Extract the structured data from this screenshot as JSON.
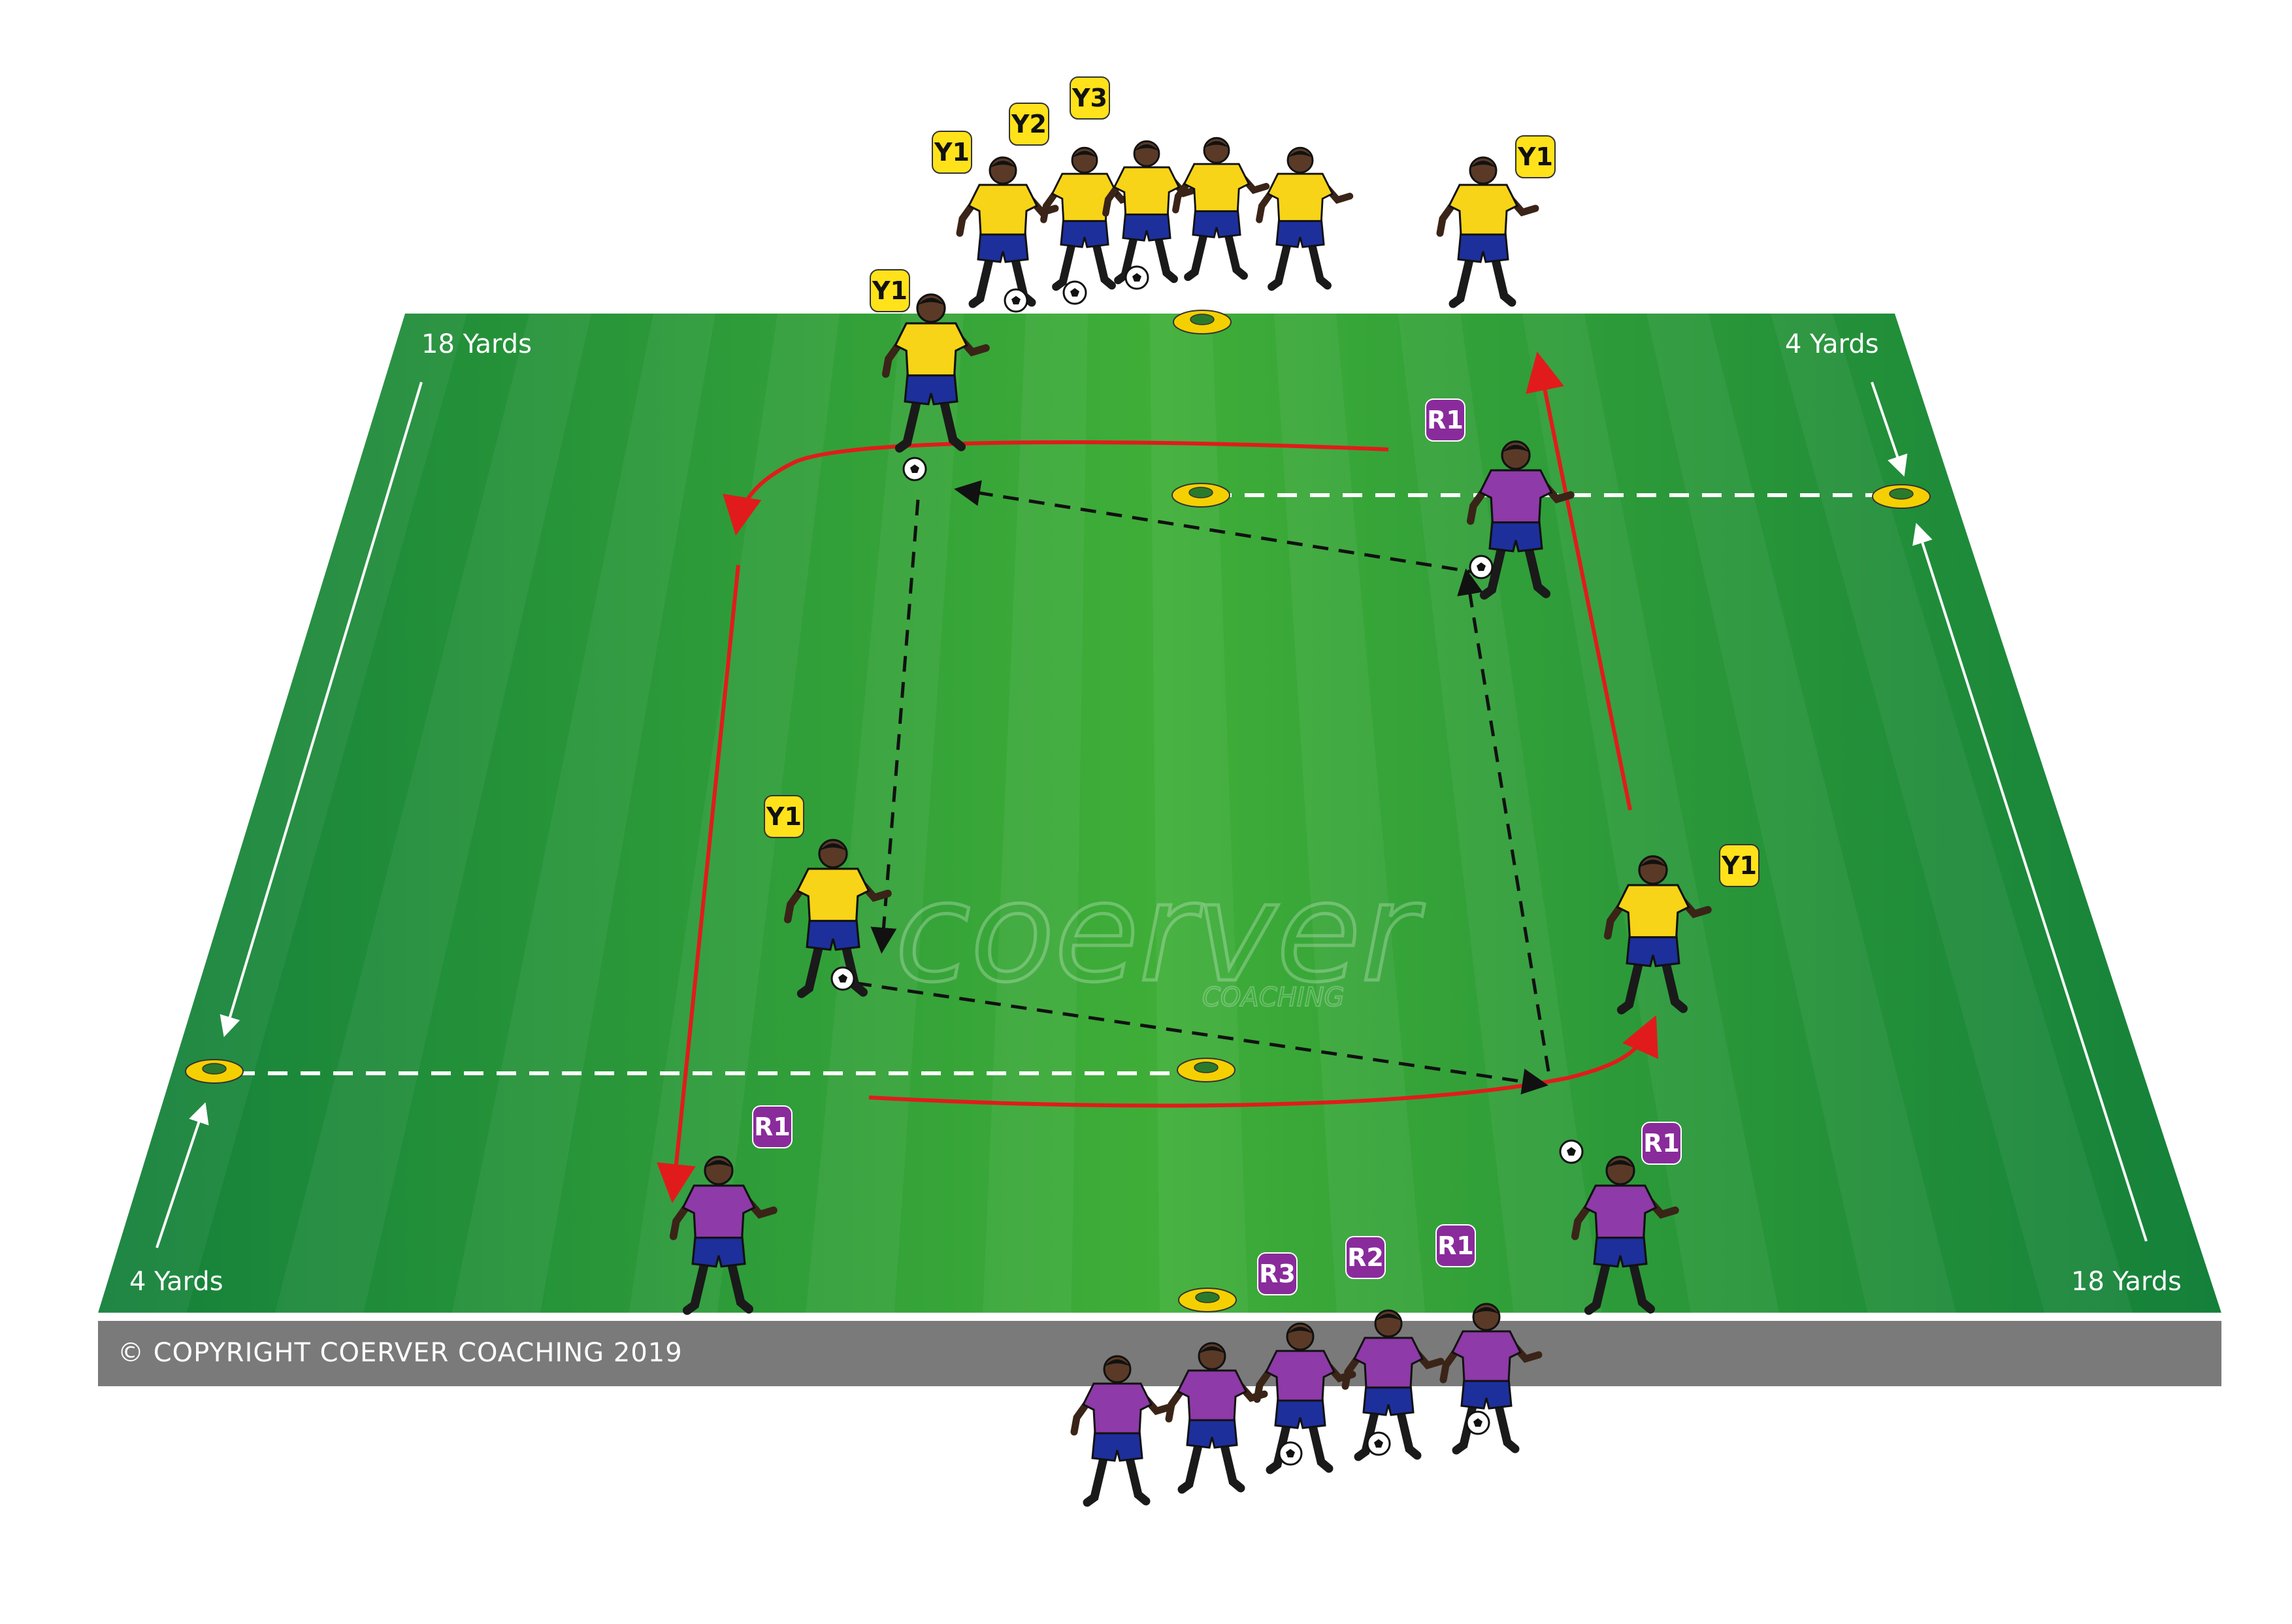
{
  "field": {
    "label_top_left": "18 Yards",
    "label_top_right": "4 Yards",
    "label_bottom_left": "4 Yards",
    "label_bottom_right": "18 Yards",
    "grass_light": "#3aa936",
    "grass_dark": "#16873a",
    "cone_color": "#f5d000",
    "pass_arrow_color": "#111111",
    "run_arrow_color": "#e11b1b"
  },
  "watermark": {
    "main": "coerver",
    "sub": "COACHING"
  },
  "copyright": "© COPYRIGHT COERVER COACHING 2019",
  "teams": {
    "yellow": {
      "shirt": "#f7d417",
      "shorts": "#1d2f9b",
      "tag": "#ffe21a"
    },
    "red": {
      "shirt": "#8e3aa8",
      "shorts": "#1d2f9b",
      "tag": "#8a2b9c"
    }
  },
  "tags": {
    "y1_queue": "Y1",
    "y2_queue": "Y2",
    "y3_queue": "Y3",
    "y1_start": "Y1",
    "y1_top_right": "Y1",
    "y1_mid_left": "Y1",
    "y1_right": "Y1",
    "r1_top": "R1",
    "r1_left": "R1",
    "r1_right": "R1",
    "r3_queue": "R3",
    "r2_queue": "R2",
    "r1_queue": "R1"
  }
}
